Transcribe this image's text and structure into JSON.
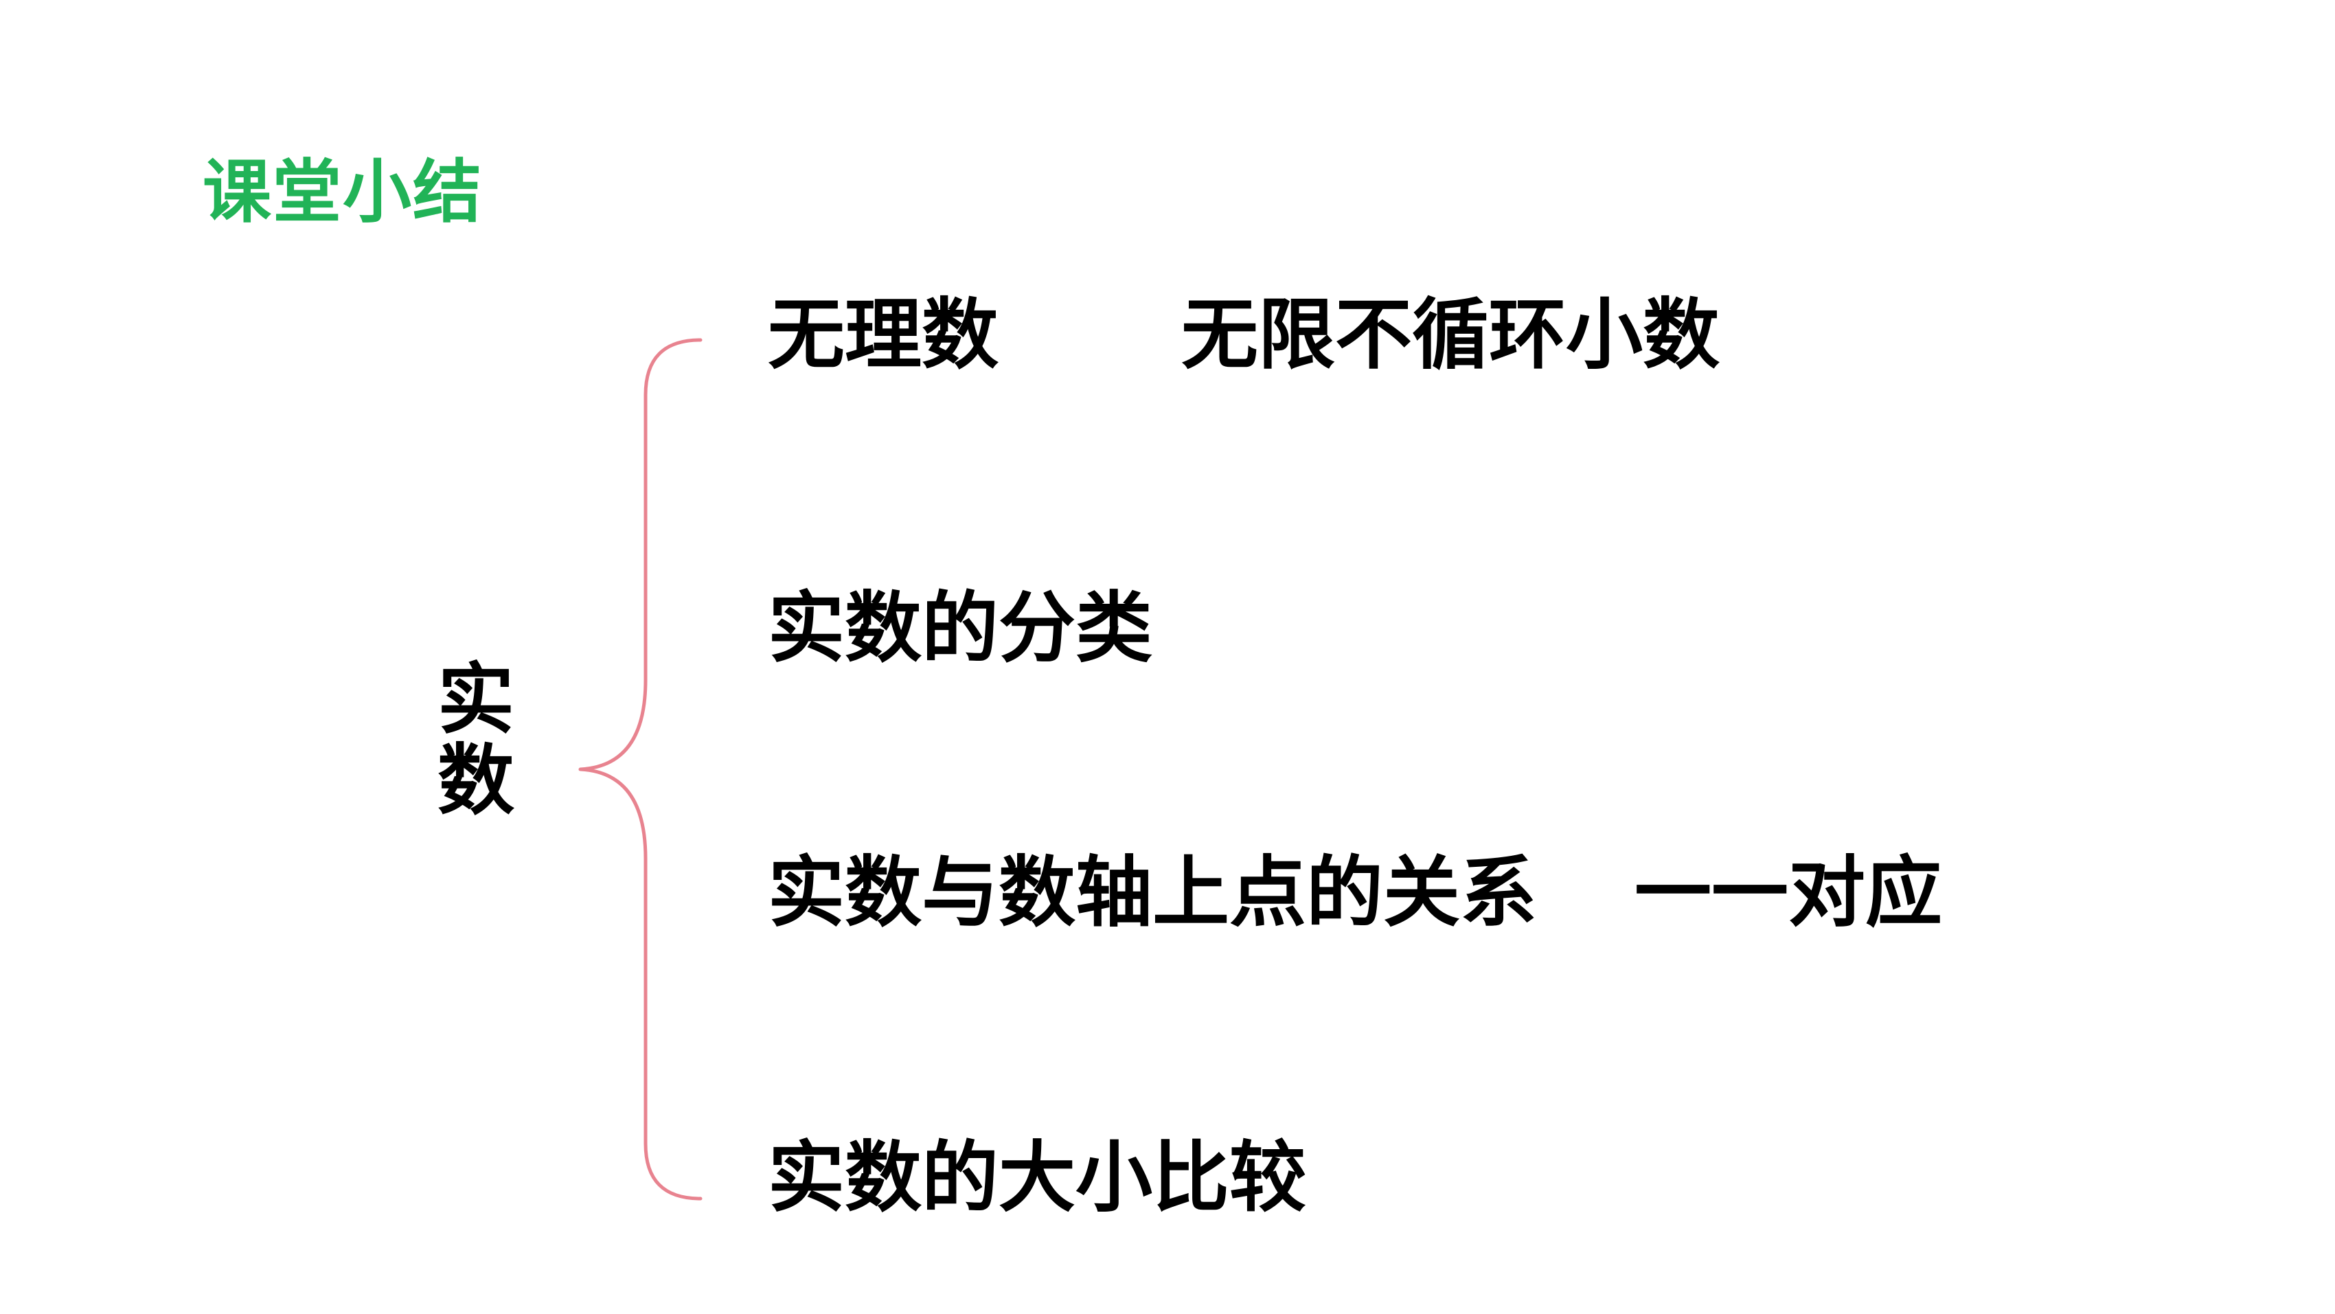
{
  "title": "课堂小结",
  "center_label": [
    "实",
    "数"
  ],
  "items": [
    {
      "label": "无理数",
      "desc": "无限不循环小数"
    },
    {
      "label": "实数的分类",
      "desc": ""
    },
    {
      "label": "实数与数轴上点的关系",
      "desc": "一一对应"
    },
    {
      "label": "实数的大小比较",
      "desc": ""
    }
  ],
  "colors": {
    "title": "#21b357",
    "brace": "#e8838f",
    "text": "#000000"
  }
}
